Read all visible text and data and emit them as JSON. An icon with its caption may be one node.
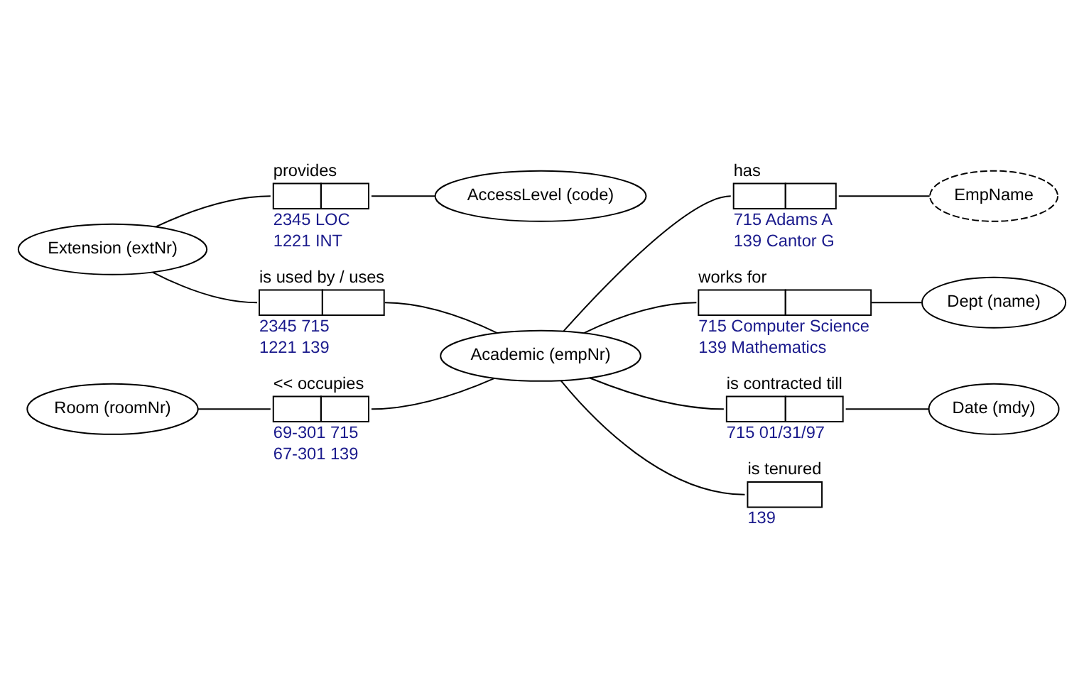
{
  "diagram": {
    "nodes": [
      {
        "text": [
          "Extension (extNr)"
        ]
      },
      {
        "text": [
          "provides"
        ],
        "beside": [
          "2345 LOC",
          "1221 INT"
        ]
      },
      {
        "text": [
          "AccessLevel (code)"
        ]
      },
      {
        "text": [
          "is used by / uses"
        ],
        "beside": [
          "2345 715",
          "1221 139"
        ]
      },
      {
        "text": [
          "Room (roomNr)"
        ]
      },
      {
        "text": [
          "<< occupies"
        ],
        "beside": [
          "69-301 715",
          "67-301 139"
        ]
      },
      {
        "text": [
          "Academic (empNr)"
        ]
      },
      {
        "text": [
          "has"
        ],
        "beside": [
          "715 Adams A",
          "139 Cantor G"
        ]
      },
      {
        "text": [
          "EmpName"
        ]
      },
      {
        "text": [
          "works for"
        ],
        "beside": [
          "715 Computer Science",
          "139 Mathematics"
        ]
      },
      {
        "text": [
          "Dept (name)"
        ]
      },
      {
        "text": [
          "is contracted till"
        ],
        "beside": [
          "715 01/31/97"
        ]
      },
      {
        "text": [
          "Date (mdy)"
        ]
      },
      {
        "text": [
          "is tenured"
        ],
        "beside": [
          "139"
        ]
      }
    ],
    "edges": [
      {
        "from": 0,
        "to": 1,
        "arrow": "none"
      },
      {
        "from": 1,
        "to": 2,
        "arrow": "none"
      },
      {
        "from": 0,
        "to": 3,
        "arrow": "none"
      },
      {
        "from": 3,
        "to": 6,
        "arrow": "none"
      },
      {
        "from": 4,
        "to": 5,
        "arrow": "none"
      },
      {
        "from": 5,
        "to": 6,
        "arrow": "none"
      },
      {
        "from": 6,
        "to": 7,
        "arrow": "none"
      },
      {
        "from": 7,
        "to": 8,
        "arrow": "none"
      },
      {
        "from": 6,
        "to": 9,
        "arrow": "none"
      },
      {
        "from": 9,
        "to": 10,
        "arrow": "none"
      },
      {
        "from": 6,
        "to": 11,
        "arrow": "none"
      },
      {
        "from": 11,
        "to": 12,
        "arrow": "none"
      },
      {
        "from": 6,
        "to": 13,
        "arrow": "none"
      }
    ]
  }
}
